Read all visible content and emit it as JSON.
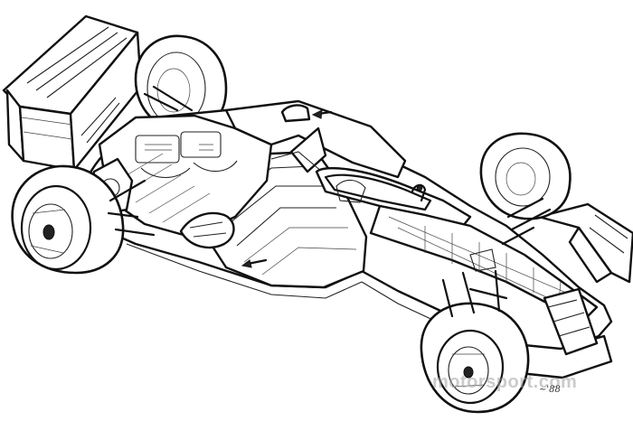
{
  "illustration": {
    "subject": "Formula 1 racing car cutaway line drawing",
    "style": "black ink on white",
    "colors": {
      "ink": "#111111",
      "background": "#ffffff",
      "watermark": "#a0a0a0"
    }
  },
  "artist_signature": "~'88",
  "watermark_text": "motorsport.com"
}
